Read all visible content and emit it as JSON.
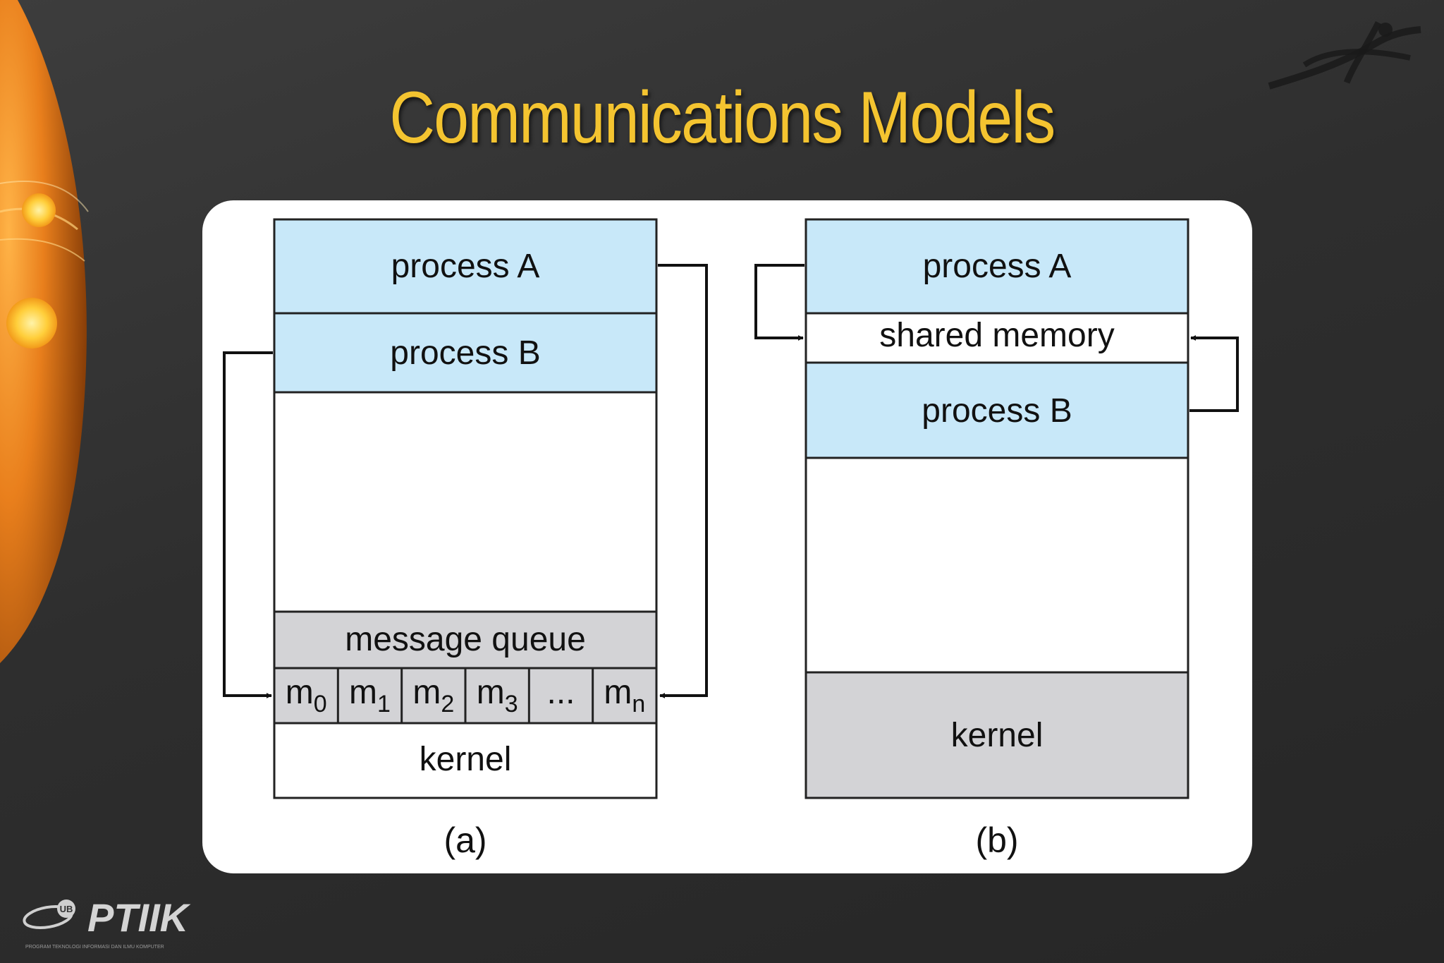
{
  "slide": {
    "title": "Communications Models"
  },
  "diagram_a": {
    "caption": "(a)",
    "process_a": "process A",
    "process_b": "process B",
    "queue_label": "message queue",
    "queue_cells": [
      {
        "base": "m",
        "sub": "0"
      },
      {
        "base": "m",
        "sub": "1"
      },
      {
        "base": "m",
        "sub": "2"
      },
      {
        "base": "m",
        "sub": "3"
      },
      {
        "base": "...",
        "sub": ""
      },
      {
        "base": "m",
        "sub": "n"
      }
    ],
    "kernel": "kernel"
  },
  "diagram_b": {
    "caption": "(b)",
    "process_a": "process A",
    "shared_memory": "shared memory",
    "process_b": "process B",
    "kernel": "kernel"
  },
  "footer": {
    "logo_text": "PTIIK",
    "logo_badge": "UB",
    "tagline": "PROGRAM TEKNOLOGI INFORMASI DAN ILMU KOMPUTER"
  },
  "colors": {
    "process_fill": "#c8e8f9",
    "kernel_fill": "#d3d3d6",
    "title": "#f4c430",
    "accent_orange": "#e8821e"
  }
}
